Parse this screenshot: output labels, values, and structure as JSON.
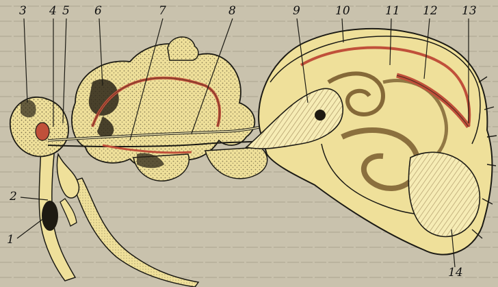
{
  "figure": {
    "labels": [
      "1",
      "2",
      "3",
      "4",
      "5",
      "6",
      "7",
      "8",
      "9",
      "10",
      "11",
      "12",
      "13",
      "14"
    ],
    "colors": {
      "background_page": "#c9c2ad",
      "body_yellow": "#efe09a",
      "tissue_light": "#f6ecb5",
      "outline": "#1b1a14",
      "red_accent": "#c0503a",
      "dark_cells": "#2b2417"
    }
  }
}
